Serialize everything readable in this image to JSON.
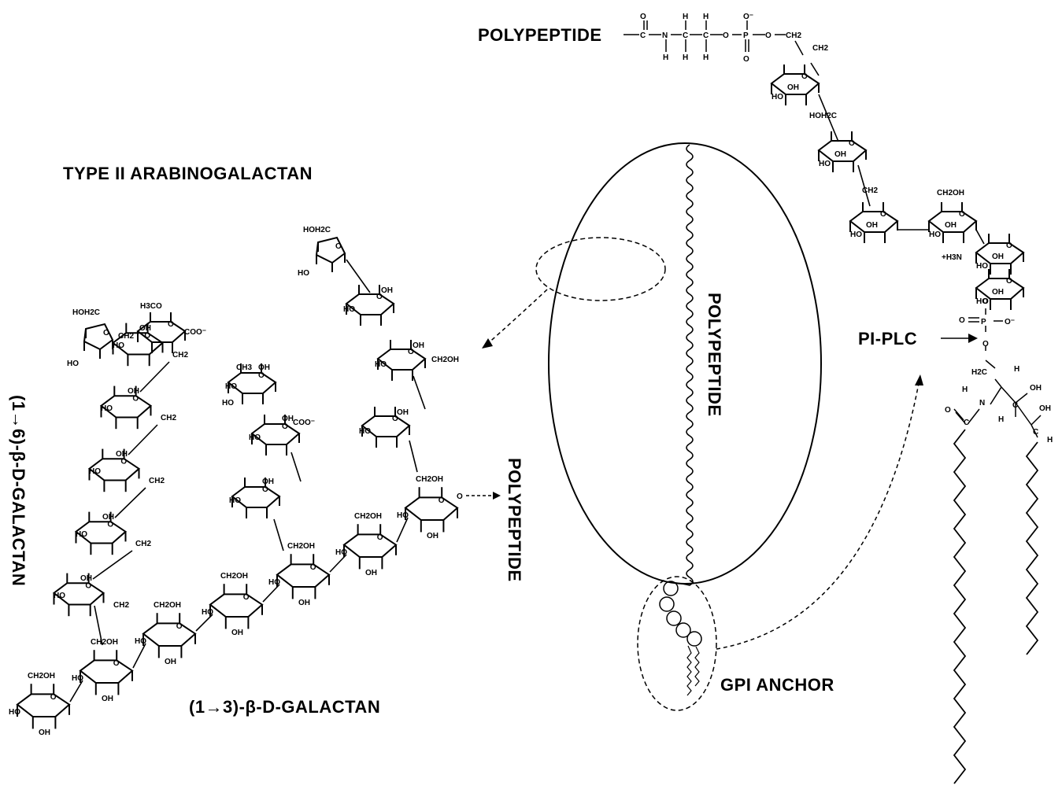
{
  "labels": {
    "type_ii": "TYPE II ARABINOGALACTAN",
    "galactan_13": "(1→3)-β-D-GALACTAN",
    "galactan_16": "(1→6)-β-D-GALACTAN",
    "polypeptide_branch": "POLYPEPTIDE",
    "polypeptide_center": "POLYPEPTIDE",
    "polypeptide_top": "POLYPEPTIDE",
    "pi_plc": "PI-PLC",
    "gpi_anchor": "GPI ANCHOR"
  },
  "atoms": {
    "OH": "OH",
    "HO": "HO",
    "CH2OH": "CH2OH",
    "HOH2C": "HOH2C",
    "CH2": "CH2",
    "COO": "COO⁻",
    "CH3": "CH3",
    "H3CO": "H3CO",
    "O": "O",
    "P": "P",
    "N": "N",
    "H": "H",
    "C": "C",
    "NH3": "+H3N",
    "Ominus": "O⁻",
    "H2C": "H2C"
  }
}
